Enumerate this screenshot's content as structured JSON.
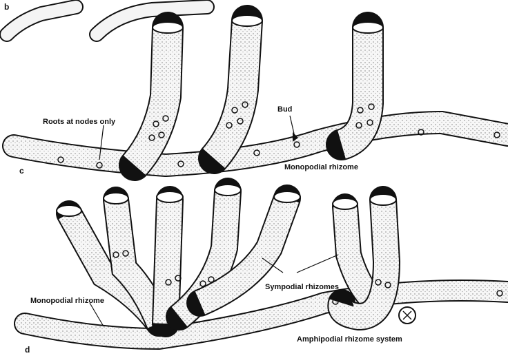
{
  "panels": {
    "top_panel_label": "b",
    "panel_c_label": "c",
    "panel_d_label": "d"
  },
  "labels": {
    "roots_at_nodes": "Roots at nodes only",
    "bud": "Bud",
    "monopodial_c": "Monopodial rhizome",
    "monopodial_d": "Monopodial rhizome",
    "sympodial": "Sympodial rhizomes",
    "amphipodial": "Amphipodial rhizome system"
  }
}
